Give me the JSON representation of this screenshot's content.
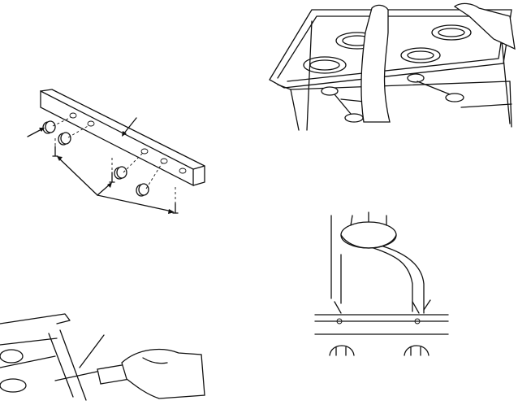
{
  "figures": [
    {
      "id": "control-panel",
      "icon": "control-panel-knobs-illustration"
    },
    {
      "id": "cooktop-lift",
      "icon": "cooktop-lid-lift-illustration"
    },
    {
      "id": "screwdriver",
      "icon": "burner-adjust-screwdriver-illustration"
    },
    {
      "id": "burner-tube",
      "icon": "burner-tube-venturi-illustration"
    }
  ]
}
